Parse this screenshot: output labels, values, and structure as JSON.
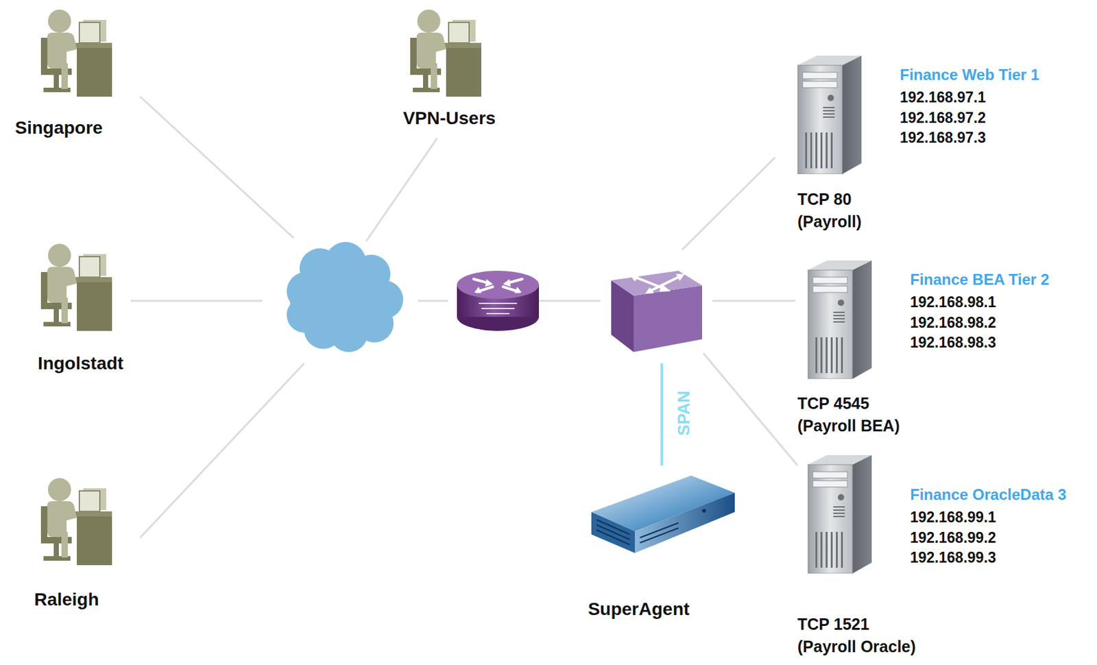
{
  "diagram": {
    "nodes": [
      {
        "text": [
          "Singapore"
        ]
      },
      {
        "text": [
          "VPN-Users"
        ]
      },
      {
        "text": [
          "Finance Web Tier 1",
          "192.168.97.1",
          "192.168.97.2",
          "192.168.97.3",
          "TCP 80 (Payroll)"
        ]
      },
      {
        "text": [
          "Ingolstadt"
        ]
      },
      {
        "text": [
          "Finance BEA Tier 2",
          "192.168.98.1",
          "192.168.98.2",
          "192.168.98.3",
          "TCP 4545 (Payroll BEA)"
        ]
      },
      {
        "text": [
          "Raleigh"
        ]
      },
      {
        "text": [
          "SuperAgent"
        ]
      },
      {
        "text": [
          "Finance OracleData 3",
          "192.168.99.1",
          "192.168.99.2",
          "192.168.99.3",
          "TCP 1521 (Payroll Oracle)"
        ]
      }
    ],
    "labels": [
      "SPAN"
    ]
  }
}
